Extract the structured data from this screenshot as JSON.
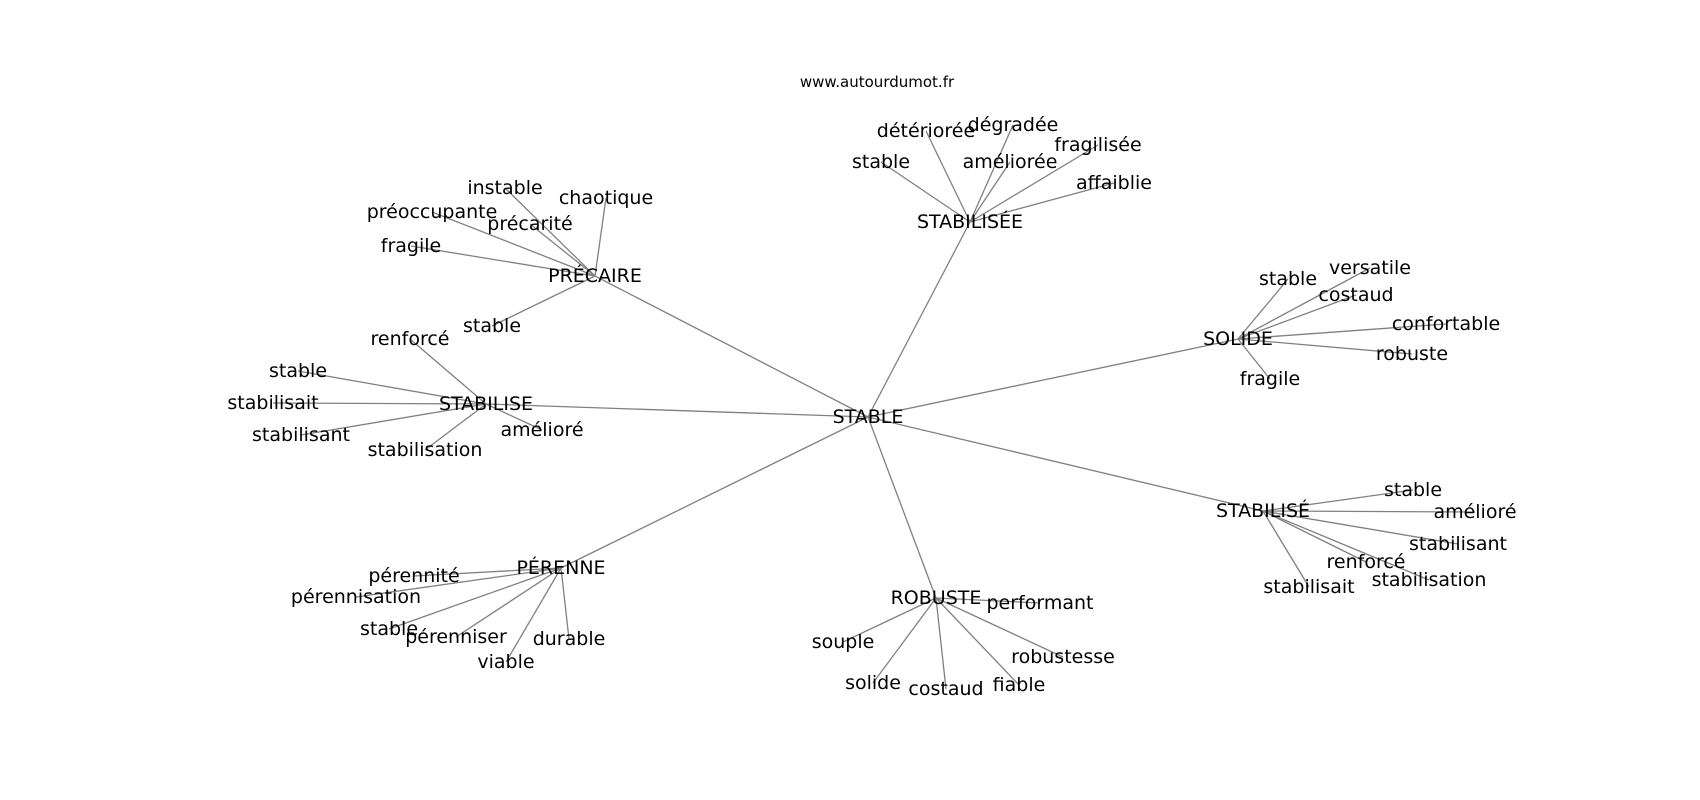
{
  "source": "www.autourdumot.fr",
  "center": "STABLE",
  "edge_color": "#808080",
  "clusters": [
    {
      "id": "precaire",
      "label": "PRÉCAIRE",
      "words": [
        "instable",
        "chaotique",
        "préoccupante",
        "précarité",
        "fragile",
        "stable"
      ]
    },
    {
      "id": "stabilisee",
      "label": "STABILISÉE",
      "words": [
        "détériorée",
        "dégradée",
        "stable",
        "améliorée",
        "fragilisée",
        "affaiblie"
      ]
    },
    {
      "id": "solide",
      "label": "SOLIDE",
      "words": [
        "stable",
        "versatile",
        "costaud",
        "confortable",
        "robuste",
        "fragile"
      ]
    },
    {
      "id": "stabilise",
      "label": "STABILISE",
      "words": [
        "renforcé",
        "stable",
        "stabilisait",
        "stabilisant",
        "stabilisation",
        "amélioré"
      ]
    },
    {
      "id": "stabilise-acc",
      "label": "STABILISÉ",
      "words": [
        "stable",
        "amélioré",
        "stabilisant",
        "renforcé",
        "stabilisation",
        "stabilisait"
      ]
    },
    {
      "id": "perenne",
      "label": "PÉRENNE",
      "words": [
        "pérennité",
        "pérennisation",
        "stable",
        "pérenniser",
        "viable",
        "durable"
      ]
    },
    {
      "id": "robuste",
      "label": "ROBUSTE",
      "words": [
        "performant",
        "souple",
        "robustesse",
        "solide",
        "costaud",
        "fiable"
      ]
    }
  ]
}
